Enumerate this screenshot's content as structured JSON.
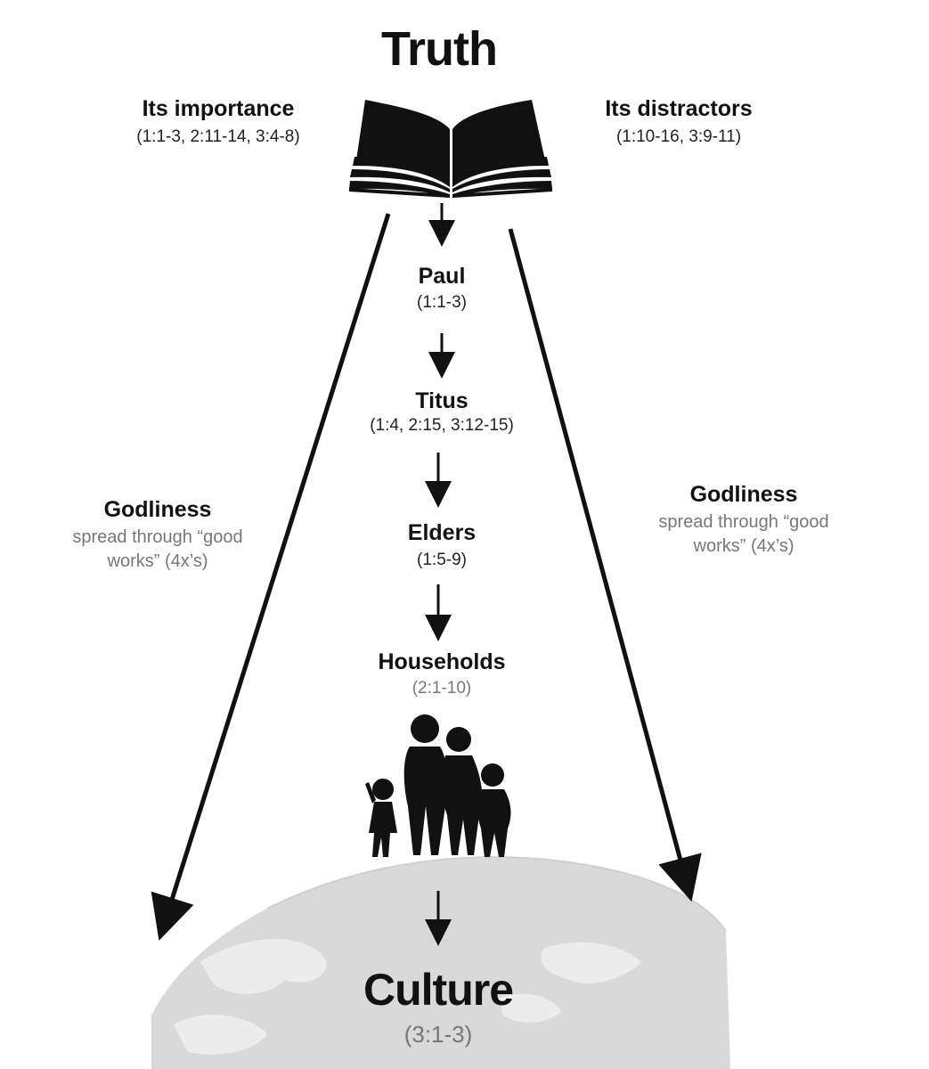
{
  "title": "Truth",
  "importance": {
    "heading": "Its importance",
    "refs": "(1:1-3, 2:11-14, 3:4-8)"
  },
  "distractors": {
    "heading": "Its distractors",
    "refs": "(1:10-16, 3:9-11)"
  },
  "chain": [
    {
      "label": "Paul",
      "refs": "(1:1-3)"
    },
    {
      "label": "Titus",
      "refs": "(1:4, 2:15, 3:12-15)"
    },
    {
      "label": "Elders",
      "refs": "(1:5-9)"
    },
    {
      "label": "Households",
      "refs": "(2:1-10)"
    }
  ],
  "godliness_left": {
    "heading": "Godliness",
    "text": "spread through “good works” (4x’s)"
  },
  "godliness_right": {
    "heading": "Godliness",
    "text": "spread through “good works” (4x’s)"
  },
  "culture": {
    "label": "Culture",
    "refs": "(3:1-3)"
  },
  "icons": {
    "book": "open-book-icon",
    "family": "family-icon",
    "globe": "globe-icon"
  },
  "colors": {
    "ink": "#111111",
    "globe": "#d9d9d9",
    "muted": "#777777"
  }
}
